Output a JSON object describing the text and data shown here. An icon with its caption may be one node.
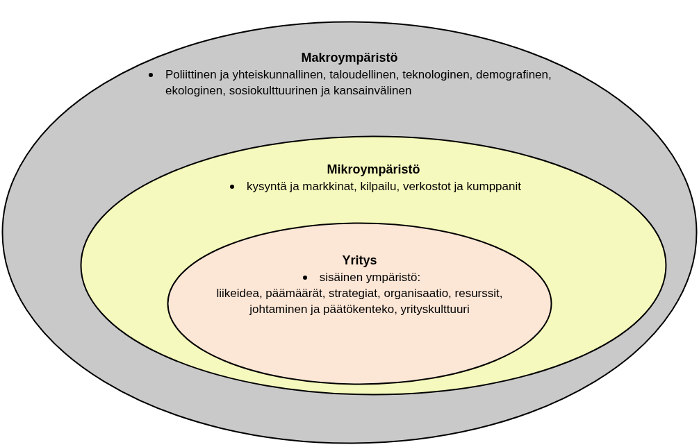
{
  "diagram": {
    "nodes": [
      {
        "text": [
          "Makroympäristö",
          "Poliittinen ja yhteiskunnallinen, taloudellinen, teknologinen, demografinen, ekologinen, sosiokulttuurinen ja kansainvälinen"
        ]
      },
      {
        "text": [
          "Mikroympäristö",
          "kysyntä ja markkinat, kilpailu, verkostot ja kumppanit"
        ],
        "in": 0
      },
      {
        "text": [
          "Yritys",
          "sisäinen ympäristö:",
          "liikeidea, päämäärät, strategiat, organisaatio, resurssit, johtaminen ja päätökenteko, yrityskulttuuri"
        ],
        "in": 1
      }
    ],
    "edges": []
  }
}
